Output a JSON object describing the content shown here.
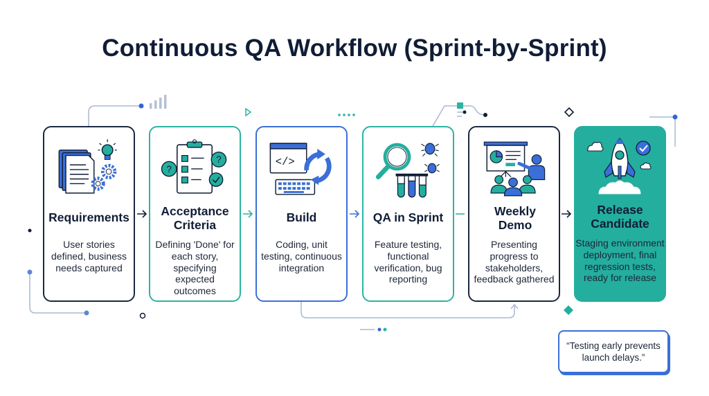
{
  "title": "Continuous QA Workflow (Sprint-by-Sprint)",
  "stages": [
    {
      "name": "Requirements",
      "description": "User stories defined, business needs captured",
      "icon": "documents-lightbulb-gears-icon"
    },
    {
      "name": "Acceptance Criteria",
      "description": "Defining 'Done' for each story, specifying expected outcomes",
      "icon": "clipboard-checklist-icon"
    },
    {
      "name": "Build",
      "description": "Coding, unit testing, continuous integration",
      "icon": "code-keyboard-cycle-icon"
    },
    {
      "name": "QA in Sprint",
      "description": "Feature testing, functional verification, bug reporting",
      "icon": "magnifier-bugs-testtubes-icon"
    },
    {
      "name": "Weekly Demo",
      "description": "Presenting progress to stakeholders, feedback gathered",
      "icon": "presentation-audience-icon"
    },
    {
      "name": "Release Candidate",
      "description": "Staging environment deployment, final regression tests, ready for release",
      "icon": "rocket-launch-icon"
    }
  ],
  "quote": "“Testing early prevents launch delays.”",
  "colors": {
    "navy": "#1b2740",
    "teal": "#2bb3a3",
    "blue": "#3a6fd8",
    "release_fill": "#24ae9e"
  }
}
